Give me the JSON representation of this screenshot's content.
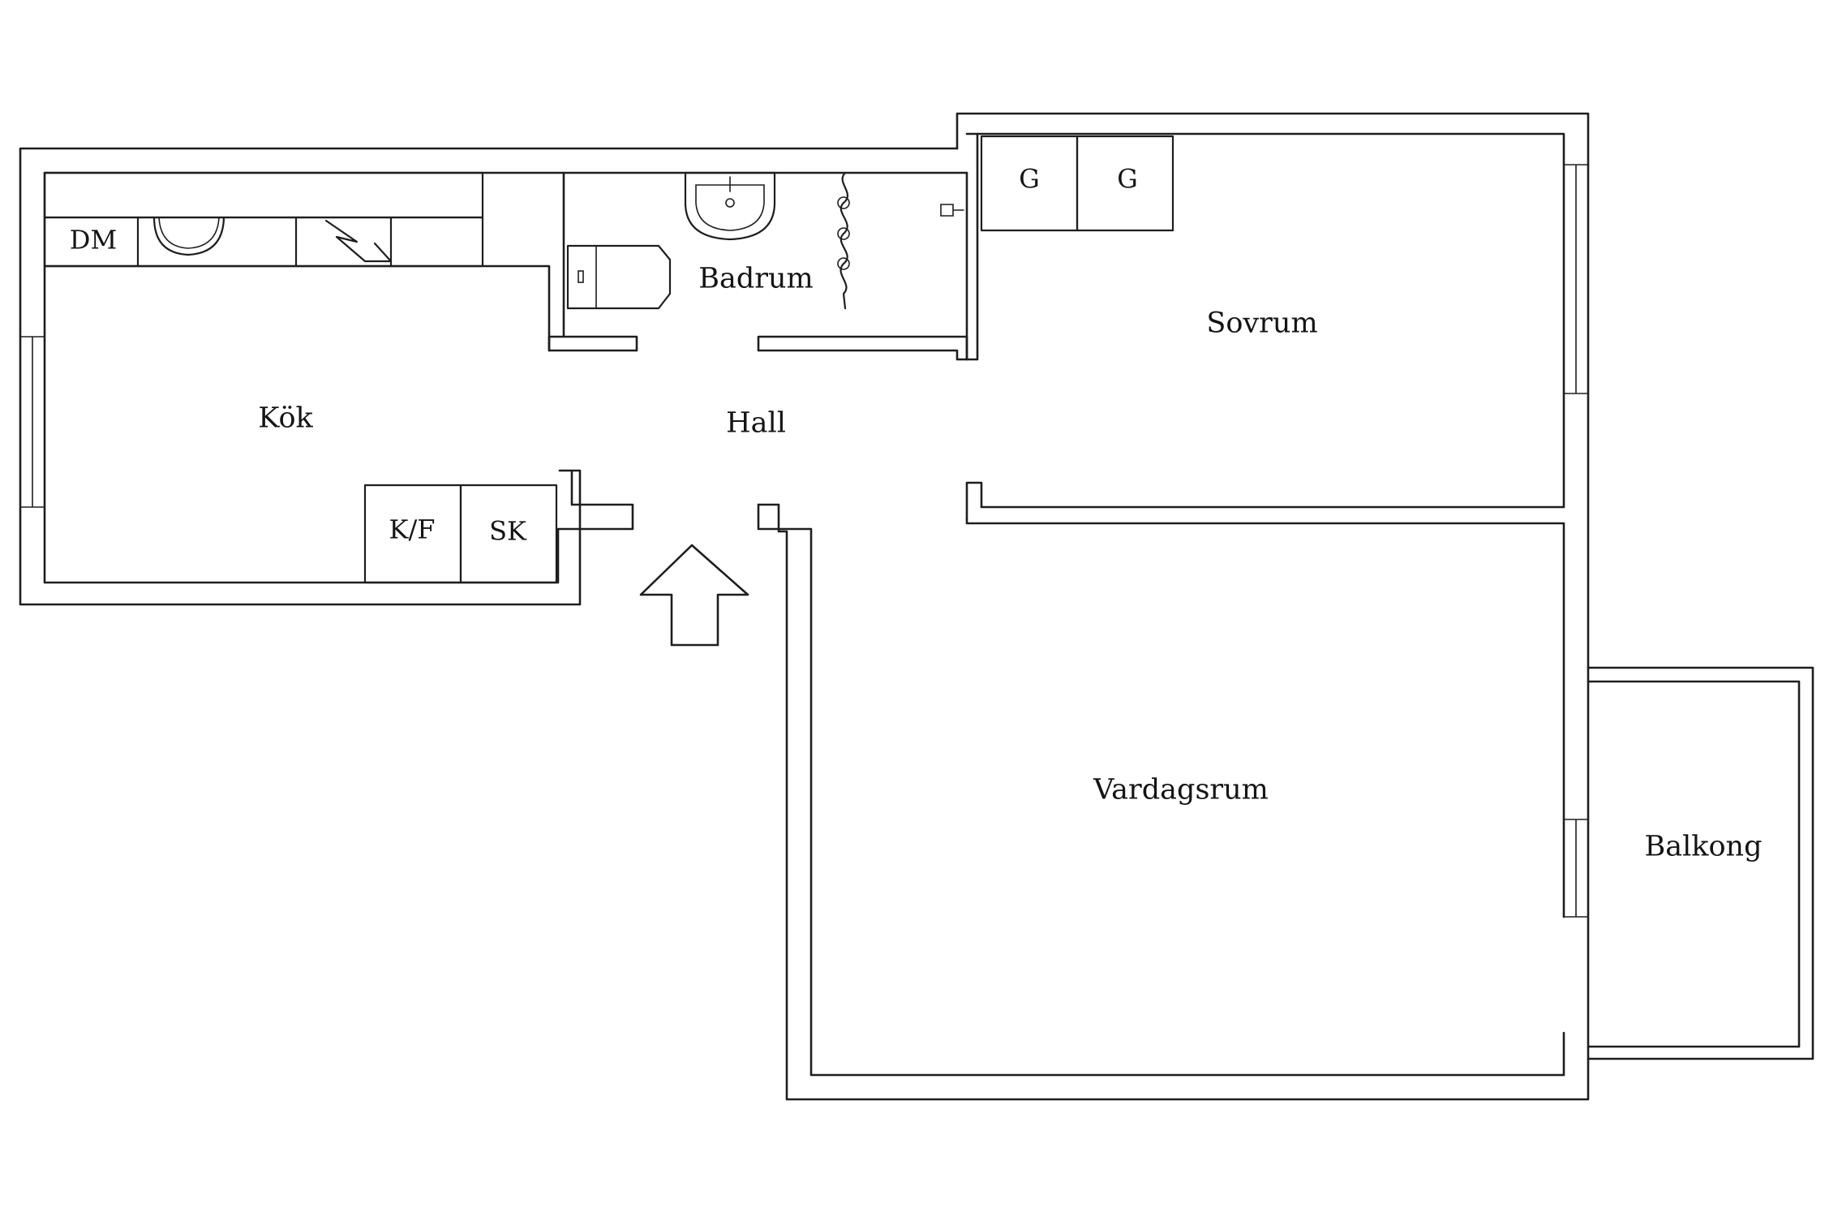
{
  "plan": {
    "rooms": {
      "kok": "Kök",
      "hall": "Hall",
      "badrum": "Badrum",
      "sovrum": "Sovrum",
      "vardagsrum": "Vardagsrum",
      "balkong": "Balkong"
    },
    "fixtures": {
      "dishwasher": "DM",
      "fridge_freezer": "K/F",
      "cabinet": "SK",
      "wardrobe_1": "G",
      "wardrobe_2": "G"
    },
    "entrance_icon": "up-arrow-icon",
    "line_color": "#1e1e1e"
  }
}
